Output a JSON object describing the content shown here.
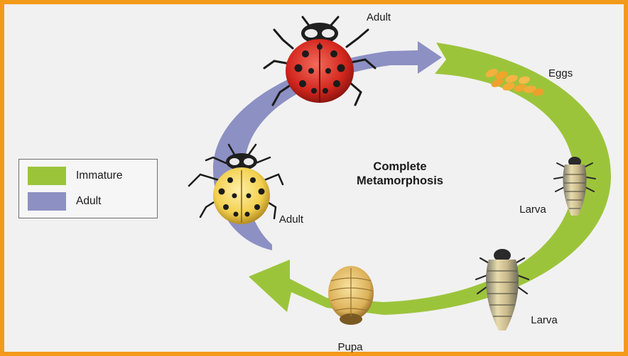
{
  "title_line1": "Complete",
  "title_line2": "Metamorphosis",
  "stages": {
    "adult_top": "Adult",
    "eggs": "Eggs",
    "larva_1": "Larva",
    "larva_2": "Larva",
    "pupa": "Pupa",
    "adult_left": "Adult"
  },
  "legend": [
    {
      "label": "Immature",
      "color": "#9cc43b"
    },
    {
      "label": "Adult",
      "color": "#8c90c3"
    }
  ],
  "colors": {
    "frame": "#f39a1b",
    "background": "#f1f1f1",
    "immature_arrow": "#9cc43b",
    "adult_arrow": "#8c90c3"
  }
}
